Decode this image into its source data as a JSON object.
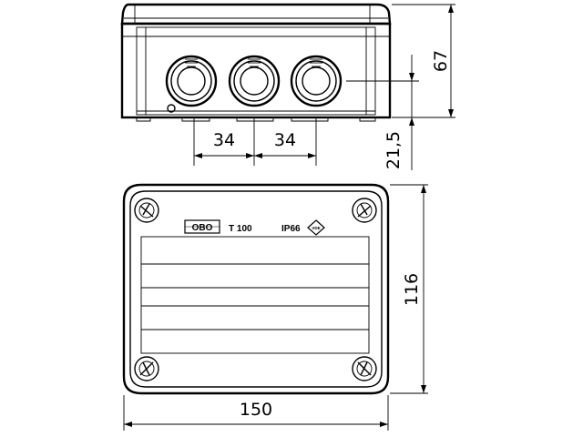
{
  "dimensions": {
    "height": "67",
    "spacing_left": "34",
    "spacing_right": "34",
    "offset": "21,5",
    "depth": "116",
    "width": "150"
  },
  "markings": {
    "brand": "OBO",
    "model": "T 100",
    "protection": "IP66",
    "cert_mark": "VDE"
  },
  "views": [
    "front-view",
    "top-view"
  ]
}
